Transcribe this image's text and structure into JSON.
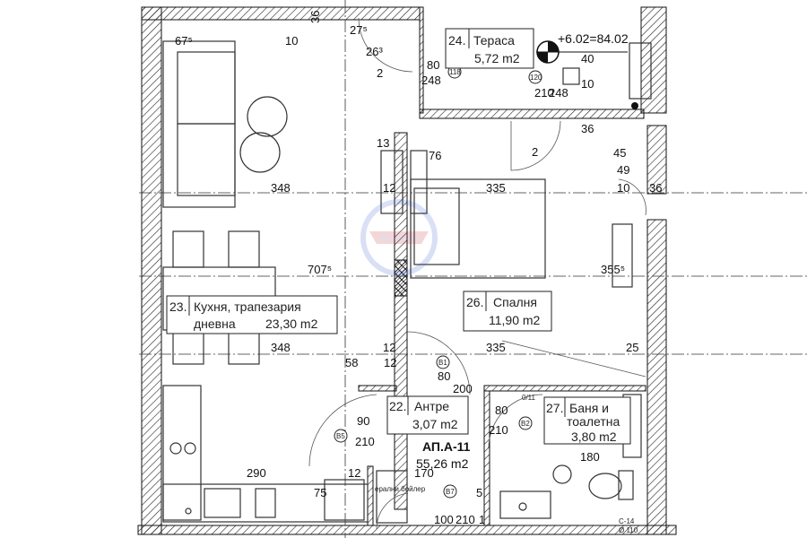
{
  "plan": {
    "apartment_name": "АП.А-11",
    "apartment_area": "55,26 m2",
    "elevation": "+6.02=84.02",
    "rooms": [
      {
        "number": "23.",
        "name_line1": "Кухня, трапезария",
        "name_line2": "дневна",
        "area": "23,30 m2"
      },
      {
        "number": "24.",
        "name_line1": "Тераса",
        "name_line2": "",
        "area": "5,72 m2"
      },
      {
        "number": "26.",
        "name_line1": "Спалня",
        "name_line2": "",
        "area": "11,90 m2"
      },
      {
        "number": "22.",
        "name_line1": "Антре",
        "name_line2": "",
        "area": "3,07 m2"
      },
      {
        "number": "27.",
        "name_line1": "Баня и",
        "name_line2": "тоалетна",
        "area": "3,80 m2"
      }
    ],
    "dimensions": {
      "d675": "67⁵",
      "d36a": "36",
      "d10": "10",
      "d275": "27⁵",
      "d263": "26³",
      "d2a": "2",
      "d80a": "80",
      "d248a": "248",
      "d210a": "210",
      "d248b": "248",
      "d40": "40",
      "d10b": "10",
      "d36b": "36",
      "d13": "13",
      "d76": "76",
      "d2b": "2",
      "d45": "45",
      "d49": "49",
      "d10c": "10",
      "d36c": "36",
      "d348a": "348",
      "d12a": "12",
      "d335a": "335",
      "d7075": "707⁵",
      "d3555": "355⁵",
      "d348b": "348",
      "d12b": "12",
      "d335b": "335",
      "d25": "25",
      "d58": "58",
      "d12c": "12",
      "d80b": "80",
      "d200": "200",
      "d80c": "80",
      "d90": "90",
      "d210b": "210",
      "d210c": "210",
      "d180": "180",
      "d290": "290",
      "d12d": "12",
      "d75": "75",
      "d170": "170",
      "d5": "5",
      "d100": "100",
      "d210d": "210",
      "d1": "1"
    },
    "markers": {
      "m118": "118",
      "m120": "120",
      "mb1": "B1",
      "mb2": "B2",
      "mb5": "B5",
      "mb7": "B7",
      "boiler": "ерални бойлер",
      "dim_small": "0/11",
      "c14": "С-14",
      "diam": "Ø 110"
    },
    "watermark": "RE/MAX"
  }
}
